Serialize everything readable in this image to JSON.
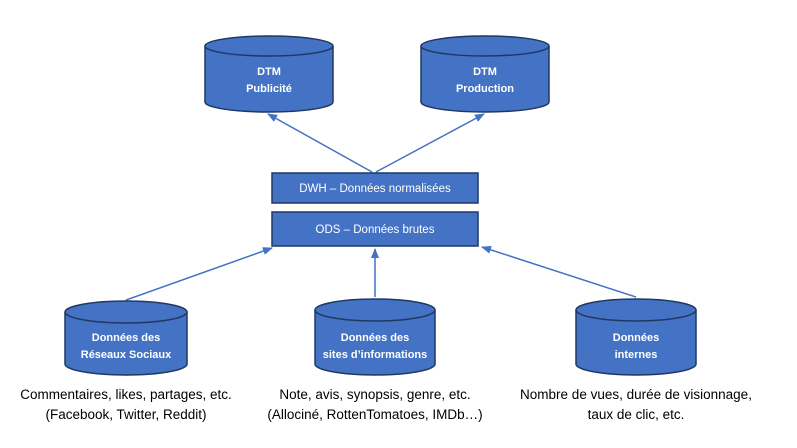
{
  "colors": {
    "fill": "#4472C4",
    "stroke": "#1F3864",
    "arrow": "#4472C4",
    "text_on_shape": "#ffffff",
    "caption": "#000000"
  },
  "diagram": {
    "datamarts": [
      {
        "line1": "DTM",
        "line2": "Publicité"
      },
      {
        "line1": "DTM",
        "line2": "Production"
      }
    ],
    "dwh_label": "DWH – Données normalisées",
    "ods_label": "ODS – Données brutes",
    "sources": [
      {
        "line1": "Données des",
        "line2": "Réseaux Sociaux"
      },
      {
        "line1": "Données des",
        "line2": "sites d’informations"
      },
      {
        "line1": "Données",
        "line2": "internes"
      }
    ],
    "captions": [
      {
        "line1": "Commentaires, likes, partages, etc.",
        "line2": "(Facebook, Twitter, Reddit)"
      },
      {
        "line1": "Note, avis, synopsis, genre, etc.",
        "line2": "(Allociné, RottenTomatoes, IMDb…)"
      },
      {
        "line1": "Nombre de vues, durée de visionnage,",
        "line2": "taux de clic, etc."
      }
    ]
  }
}
